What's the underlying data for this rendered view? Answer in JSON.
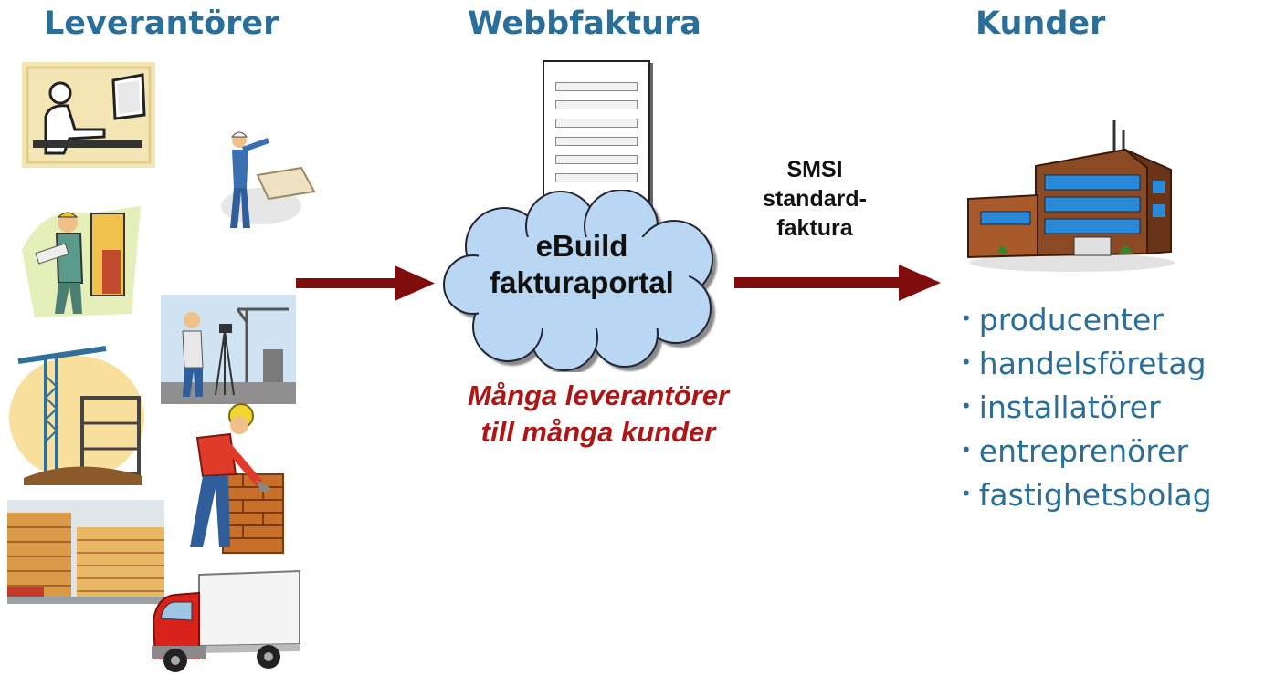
{
  "headings": {
    "suppliers": "Leverantörer",
    "webbfaktura": "Webbfaktura",
    "customers": "Kunder"
  },
  "portal": {
    "line1": "eBuild",
    "line2": "fakturaportal"
  },
  "format": {
    "line1": "SMSI",
    "line2": "standard-",
    "line3": "faktura"
  },
  "caption": {
    "line1": "Många leverantörer",
    "line2": "till många kunder"
  },
  "customers": {
    "items": [
      "producenter",
      "handelsföretag",
      "installatörer",
      "entreprenörer",
      "fastighetsbolag"
    ]
  },
  "colors": {
    "heading": "#2a6f9a",
    "arrow": "#7f0d0d",
    "caption": "#b01515",
    "cloud_fill": "#b9d6f2",
    "list_text": "#2a6f9a"
  },
  "icons": [
    "office-worker-computer-icon",
    "engineer-with-blueprint-icon",
    "architect-with-plans-icon",
    "surveyor-with-crane-icon",
    "scaffolding-crane-icon",
    "bricklayer-icon",
    "lumber-stack-icon",
    "delivery-truck-icon",
    "office-building-icon",
    "invoice-document-icon",
    "cloud-icon"
  ]
}
